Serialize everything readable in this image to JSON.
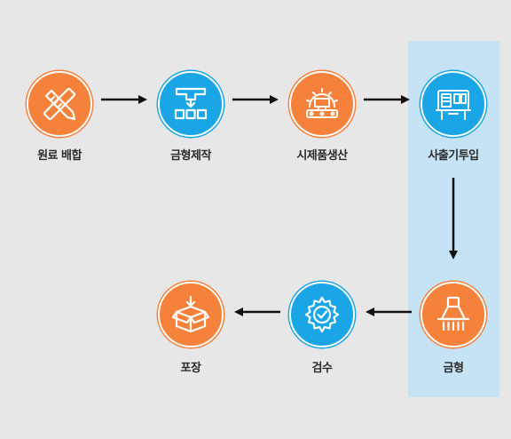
{
  "steps": [
    {
      "label": "원료 배합",
      "icon": "ruler-pencil-icon",
      "color": "#f5813a"
    },
    {
      "label": "금형제작",
      "icon": "mold-stamp-icon",
      "color": "#1aa6e6"
    },
    {
      "label": "시제품생산",
      "icon": "factory-robot-icon",
      "color": "#f5813a"
    },
    {
      "label": "사출기투입",
      "icon": "injection-machine-icon",
      "color": "#1aa6e6"
    },
    {
      "label": "금형",
      "icon": "mold-press-icon",
      "color": "#f5813a"
    },
    {
      "label": "검수",
      "icon": "gear-check-icon",
      "color": "#1aa6e6"
    },
    {
      "label": "포장",
      "icon": "package-box-icon",
      "color": "#f5813a"
    }
  ],
  "colors": {
    "orange": "#f5813a",
    "blue": "#1aa6e6",
    "highlight": "#c5e3f5",
    "arrow": "#111111"
  }
}
